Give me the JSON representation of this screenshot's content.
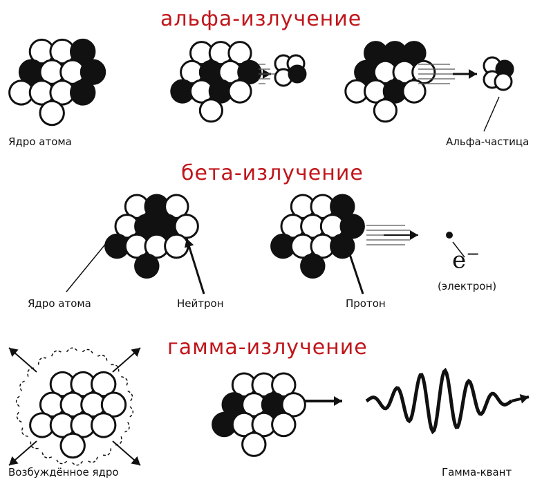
{
  "sections": {
    "alpha": {
      "title": "альфа-излучение",
      "label_nucleus": "Ядро атома",
      "label_particle": "Альфа-частица"
    },
    "beta": {
      "title": "бета-излучение",
      "label_nucleus": "Ядро атома",
      "label_neutron": "Нейтрон",
      "label_proton": "Протон",
      "electron_symbol": "e",
      "electron_charge": "−",
      "label_electron": "(электрон)"
    },
    "gamma": {
      "title": "гамма-излучение",
      "label_excited": "Возбуждённое ядро",
      "label_quantum": "Гамма-квант"
    }
  },
  "colors": {
    "title": "#c0161b",
    "ink": "#111111"
  }
}
